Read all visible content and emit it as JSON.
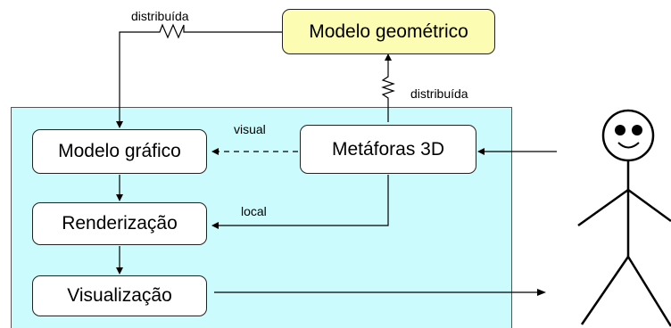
{
  "colors": {
    "region_fill": "#ccfbfd",
    "geometric_model_fill": "#fcfcb2",
    "node_fill": "#ffffff",
    "stroke": "#000000"
  },
  "nodes": {
    "geometric_model": "Modelo geométrico",
    "graphic_model": "Modelo gráfico",
    "metaphors_3d": "Metáforas 3D",
    "rendering": "Renderização",
    "visualization": "Visualização"
  },
  "edge_labels": {
    "distributed_top": "distribuída",
    "distributed_right": "distribuída",
    "visual": "visual",
    "local": "local"
  },
  "icons": {
    "user": "stick-figure-user-icon",
    "distributed_link": "zigzag-link-icon"
  }
}
